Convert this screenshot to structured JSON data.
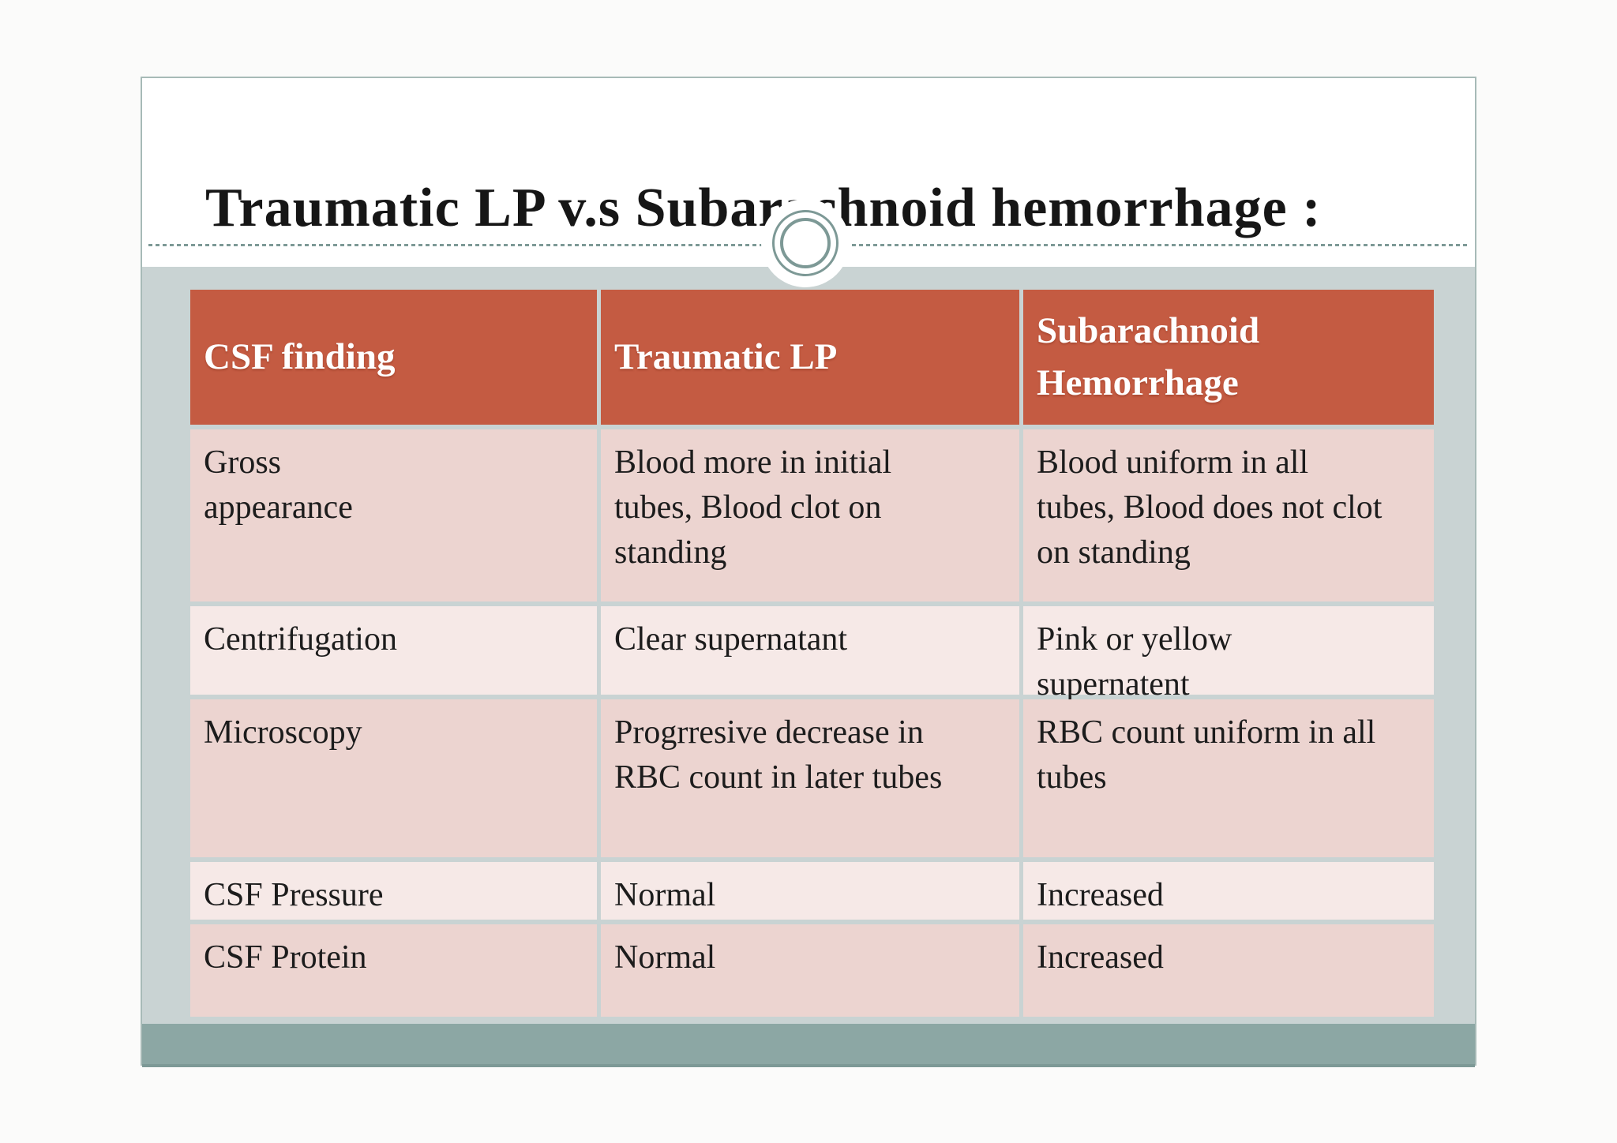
{
  "slide": {
    "title": "Traumatic LP v.s Subarachnoid hemorrhage :"
  },
  "colors": {
    "header_fill": "#c45b42",
    "row_dark": "#ecd4d0",
    "row_light": "#f6e9e7",
    "backdrop_teal": "#c9d3d3",
    "bottom_band_teal": "#8ca7a4",
    "ornament_ring": "#7d9996",
    "header_text": "#ffffff",
    "body_text": "#1c1c1c"
  },
  "table": {
    "headers": [
      "CSF finding",
      "Traumatic LP",
      "Subarachnoid Hemorrhage"
    ],
    "rows": [
      {
        "cells": [
          "Gross appearance",
          "Blood more in initial tubes, Blood clot on standing",
          "Blood uniform in all tubes, Blood does not clot on standing"
        ]
      },
      {
        "cells": [
          "Centrifugation",
          "Clear supernatant",
          "Pink or yellow supernatent"
        ]
      },
      {
        "cells": [
          "Microscopy",
          "Progrresive decrease in RBC count in later tubes",
          "RBC count uniform in all tubes"
        ]
      },
      {
        "cells": [
          "CSF Pressure",
          "Normal",
          "Increased"
        ]
      },
      {
        "cells": [
          "CSF Protein",
          "Normal",
          "Increased"
        ]
      }
    ]
  }
}
